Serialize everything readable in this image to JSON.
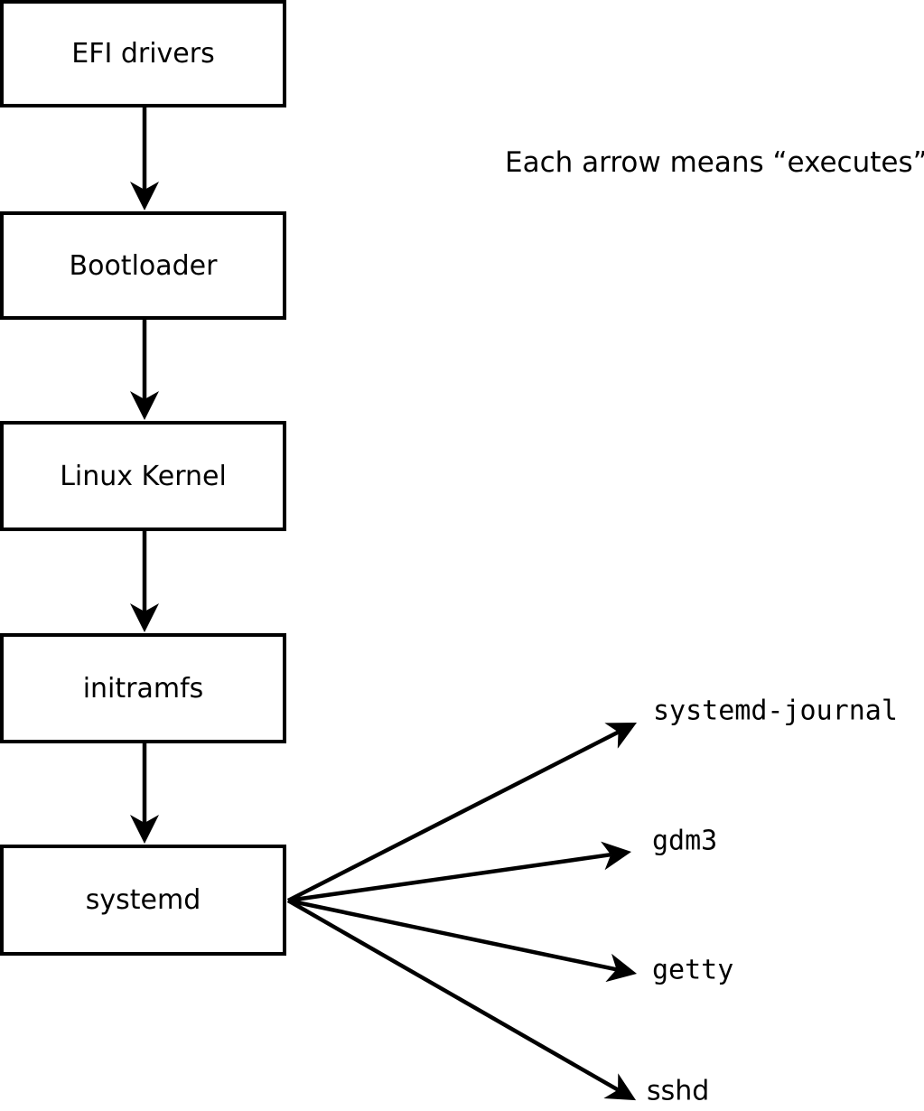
{
  "page": {
    "background_color": "#ffffff",
    "stroke_color": "#000000"
  },
  "annotation": {
    "text": "Each arrow means “executes”."
  },
  "flow_boxes": [
    {
      "id": "efi-drivers",
      "label": "EFI drivers"
    },
    {
      "id": "bootloader",
      "label": "Bootloader"
    },
    {
      "id": "linux-kernel",
      "label": "Linux Kernel"
    },
    {
      "id": "initramfs",
      "label": "initramfs"
    },
    {
      "id": "systemd",
      "label": "systemd"
    }
  ],
  "spawned_processes": [
    {
      "id": "systemd-journal",
      "label": "systemd-journal"
    },
    {
      "id": "gdm3",
      "label": "gdm3"
    },
    {
      "id": "getty",
      "label": "getty"
    },
    {
      "id": "sshd",
      "label": "sshd"
    }
  ],
  "edges": [
    {
      "from": "EFI drivers",
      "to": "Bootloader",
      "relation": "executes"
    },
    {
      "from": "Bootloader",
      "to": "Linux Kernel",
      "relation": "executes"
    },
    {
      "from": "Linux Kernel",
      "to": "initramfs",
      "relation": "executes"
    },
    {
      "from": "initramfs",
      "to": "systemd",
      "relation": "executes"
    },
    {
      "from": "systemd",
      "to": "systemd-journal",
      "relation": "executes"
    },
    {
      "from": "systemd",
      "to": "gdm3",
      "relation": "executes"
    },
    {
      "from": "systemd",
      "to": "getty",
      "relation": "executes"
    },
    {
      "from": "systemd",
      "to": "sshd",
      "relation": "executes"
    }
  ]
}
